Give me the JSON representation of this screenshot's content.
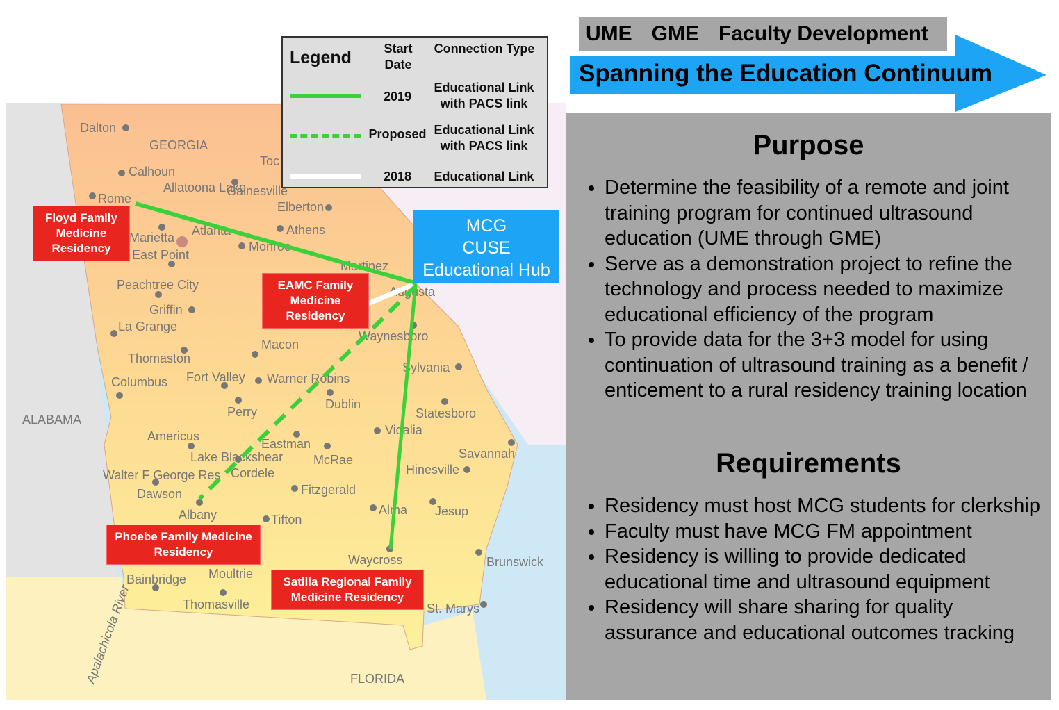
{
  "header": {
    "tabs": [
      "UME",
      "GME",
      "Faculty Development"
    ],
    "banner": "Spanning the Education Continuum"
  },
  "legend": {
    "title": "Legend",
    "col_start": "Start Date",
    "col_type": "Connection Type",
    "rows": [
      {
        "start": "2019",
        "type": "Educational Link with PACS link",
        "style": "solid-green"
      },
      {
        "start": "Proposed",
        "type": "Educational Link with PACS link",
        "style": "dashed-green"
      },
      {
        "start": "2018",
        "type": "Educational Link",
        "style": "solid-white"
      }
    ]
  },
  "map": {
    "state_label": "GEORGIA",
    "neighbors": [
      "ALABAMA",
      "FLORIDA"
    ],
    "river": "Apalachicola River",
    "cities": [
      "Dalton",
      "Calhoun",
      "Rome",
      "Allatoona Lake",
      "Gainesville",
      "Toc",
      "Elberton",
      "Athens",
      "Marietta",
      "Atlanta",
      "East Point",
      "Monroe",
      "Martinez",
      "Augusta",
      "Peachtree City",
      "Griffin",
      "La Grange",
      "Macon",
      "Waynesboro",
      "Thomaston",
      "Columbus",
      "Fort Valley",
      "Warner Robins",
      "Sylvania",
      "Dublin",
      "Perry",
      "Statesboro",
      "Americus",
      "Vidalia",
      "Eastman",
      "McRae",
      "Lake Blackshear",
      "Cordele",
      "Savannah",
      "Hinesville",
      "Walter F George Res",
      "Dawson",
      "Fitzgerald",
      "Albany",
      "Tifton",
      "Alma",
      "Jesup",
      "Moultrie",
      "Waycross",
      "Brunswick",
      "Bainbridge",
      "Thomasville",
      "St. Marys"
    ],
    "hub": [
      "MCG",
      "CUSE",
      "Educational Hub"
    ],
    "residencies": [
      "Floyd Family Medicine Residency",
      "EAMC Family Medicine Residency",
      "Phoebe Family Medicine Residency",
      "Satilla Regional Family Medicine Residency"
    ]
  },
  "purpose": {
    "title": "Purpose",
    "items": [
      "Determine the feasibility of a remote and joint training program for continued ultrasound education (UME through GME)",
      "Serve as a demonstration project to refine the technology and process needed to maximize educational efficiency of the program",
      "To provide data for the 3+3 model for using continuation of ultrasound training as a benefit / enticement to a rural residency training location"
    ]
  },
  "requirements": {
    "title": "Requirements",
    "items": [
      "Residency must host MCG students for clerkship",
      "Faculty must have MCG FM appointment",
      "Residency is willing to provide dedicated educational time and ultrasound equipment",
      "Residency will share sharing for quality assurance and educational outcomes tracking"
    ]
  },
  "colors": {
    "link": "#3ad13a",
    "hub": "#1ea4f5",
    "residency": "#e8251e",
    "panel": "#a6a6a6"
  }
}
